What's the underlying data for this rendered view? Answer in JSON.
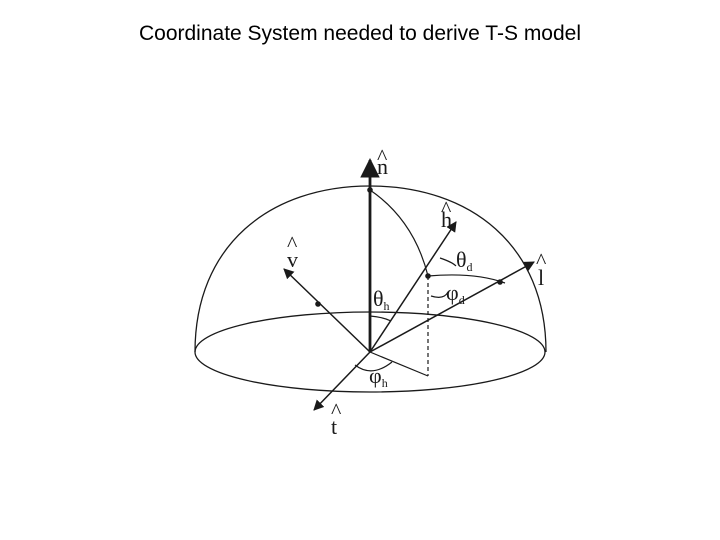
{
  "slide": {
    "title": "Coordinate System needed to derive T-S model"
  },
  "diagram": {
    "vectors": {
      "n": {
        "symbol": "n",
        "hat": "^"
      },
      "h": {
        "symbol": "h",
        "hat": "^"
      },
      "v": {
        "symbol": "v",
        "hat": "^"
      },
      "l": {
        "symbol": "l",
        "hat": "^"
      },
      "t": {
        "symbol": "t",
        "hat": "^"
      }
    },
    "angles": {
      "theta_h": {
        "symbol": "θ",
        "sub": "h"
      },
      "theta_d": {
        "symbol": "θ",
        "sub": "d"
      },
      "phi_d": {
        "symbol": "φ",
        "sub": "d"
      },
      "phi_h": {
        "symbol": "φ",
        "sub": "h"
      }
    },
    "colors": {
      "ink": "#1a1a1a",
      "background": "#ffffff"
    }
  }
}
